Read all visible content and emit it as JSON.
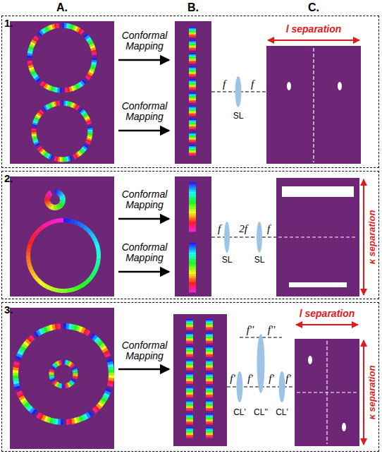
{
  "diagram": {
    "nodes": [
      {
        "text": [
          "1."
        ]
      },
      {
        "text": [
          "2."
        ]
      },
      {
        "text": [
          "3."
        ]
      }
    ],
    "labels": [
      "A.",
      "B.",
      "C.",
      "Conformal Mapping",
      "Conformal Mapping",
      "f",
      "f",
      "SL",
      "l separation",
      "Conformal Mapping",
      "Conformal Mapping",
      "f",
      "2f",
      "f",
      "SL",
      "SL",
      "κ separation",
      "Conformal Mapping",
      "f''",
      "f''",
      "f'",
      "f'",
      "f'",
      "f'",
      "CL'",
      "CL''",
      "CL'",
      "l separation",
      "κ separation"
    ]
  }
}
